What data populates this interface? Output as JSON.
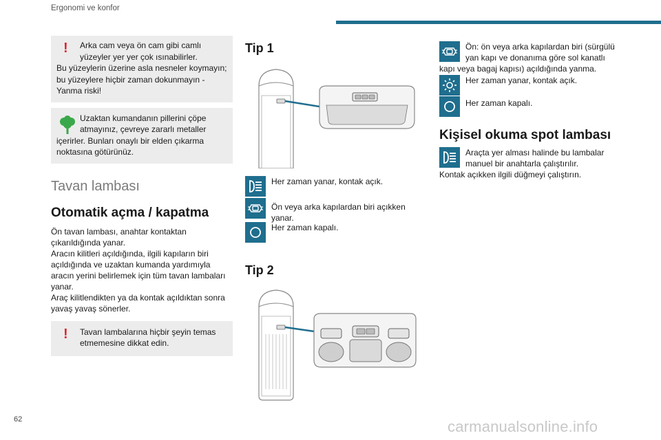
{
  "header": {
    "title": "Ergonomi ve konfor"
  },
  "page_number": "62",
  "watermark": "carmanualsonline.info",
  "colors": {
    "accent": "#1f6e8e",
    "warning": "#e0202a",
    "eco": "#3aa84a",
    "box_bg": "#ececec"
  },
  "col1": {
    "warning1": {
      "icon": "exclamation-icon",
      "line1": "Arka cam veya ön cam gibi camlı yüzeyler yer yer çok ısınabilirler.",
      "line2": "Bu yüzeylerin üzerine asla nesneler koymayın; bu yüzeylere hiçbir zaman dokunmayın - Yanma riski!"
    },
    "eco_note": {
      "icon": "tree-icon",
      "line1": "Uzaktan kumandanın pillerini çöpe atmayınız, çevreye zararlı metaller",
      "line2": "içerirler. Bunları onaylı bir elden çıkarma noktasına götürünüz."
    },
    "section_title": "Tavan lambası",
    "subsection_title": "Otomatik açma / kapatma",
    "paragraph": [
      "Ön tavan lambası, anahtar kontaktan çıkarıldığında yanar.",
      "Aracın kilitleri açıldığında, ilgili kapıların biri açıldığında ve uzaktan kumanda yardımıyla aracın yerini belirlemek için tüm tavan lambaları yanar.",
      "Araç kilitlendikten ya da kontak açıldıktan sonra yavaş yavaş sönerler."
    ],
    "warning2": {
      "icon": "exclamation-icon",
      "text": "Tavan lambalarına hiçbir şeyin temas etmemesine dikkat edin."
    }
  },
  "col2": {
    "tip1": {
      "title": "Tip 1",
      "figure": "van-top-view-roof-lamp-tip1",
      "items": [
        {
          "icon": "light-beam-icon",
          "text": "Her zaman yanar, kontak açık."
        },
        {
          "icon": "door-lamp-icon",
          "text": "Ön veya arka kapılardan biri açıkken yanar."
        },
        {
          "icon": "circle-off-icon",
          "text": "Her zaman kapalı."
        }
      ]
    },
    "tip2": {
      "title": "Tip 2",
      "figure": "van-top-view-roof-lamp-tip2"
    }
  },
  "col3": {
    "items": [
      {
        "icon": "door-lamp-icon",
        "line1": "Ön: ön veya arka kapılardan biri (sürgülü yan kapı ve donanıma göre sol kanatlı",
        "line2": "kapı veya bagaj kapısı) açıldığında yanma."
      },
      {
        "icon": "sun-icon",
        "text": "Her zaman yanar, kontak açık."
      },
      {
        "icon": "circle-off-icon",
        "text": "Her zaman kapalı."
      }
    ],
    "section_title": "Kişisel okuma spot lambası",
    "spot": {
      "icon": "light-beam-icon",
      "line1": "Araçta yer alması halinde bu lambalar manuel bir anahtarla çalıştırılır.",
      "line2": "Kontak açıkken ilgili düğmeyi çalıştırın."
    }
  }
}
